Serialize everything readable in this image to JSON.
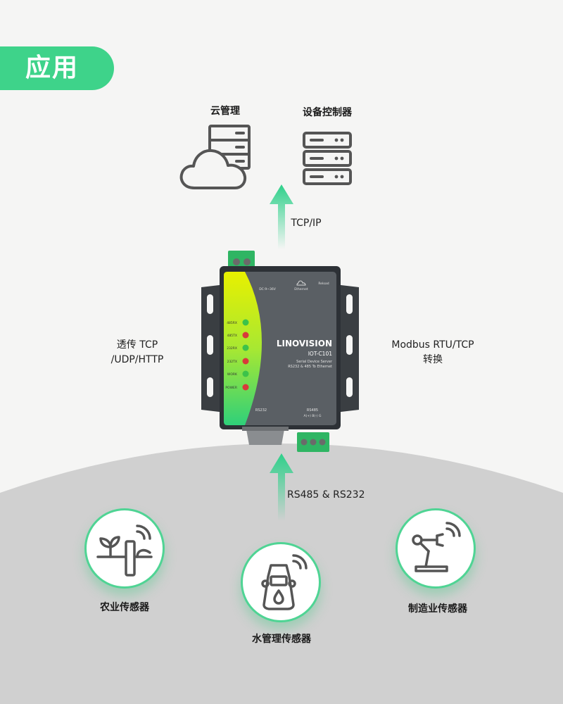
{
  "badge": {
    "title": "应用"
  },
  "top": {
    "cloud_label": "云管理",
    "controller_label": "设备控制器"
  },
  "protocols": {
    "tcpip": "TCP/IP",
    "left_line1": "透传 TCP",
    "left_line2": "/UDP/HTTP",
    "right_line1": "Modbus RTU/TCP",
    "right_line2": "转换",
    "serial": "RS485 & RS232"
  },
  "device": {
    "brand": "LINOVISION",
    "model": "IOT-C101",
    "desc1": "Serial Device Server",
    "desc2": "RS232 & 485 To Ethernet",
    "power": "DC:9~36V",
    "ethernet": "Ethernet",
    "reload": "Reload",
    "port_rs232": "RS232",
    "port_rs485": "RS485",
    "port_rs485_pins": "A(+) B(-) G",
    "leds": [
      "485RX",
      "485TX",
      "232RX",
      "232TX",
      "WORK",
      "POWER"
    ]
  },
  "sensors": {
    "agri": "农业传感器",
    "water": "水管理传感器",
    "mfg": "制造业传感器"
  },
  "colors": {
    "accent": "#3ed38a",
    "arrow": "#2ed08a",
    "icon": "#555555"
  }
}
